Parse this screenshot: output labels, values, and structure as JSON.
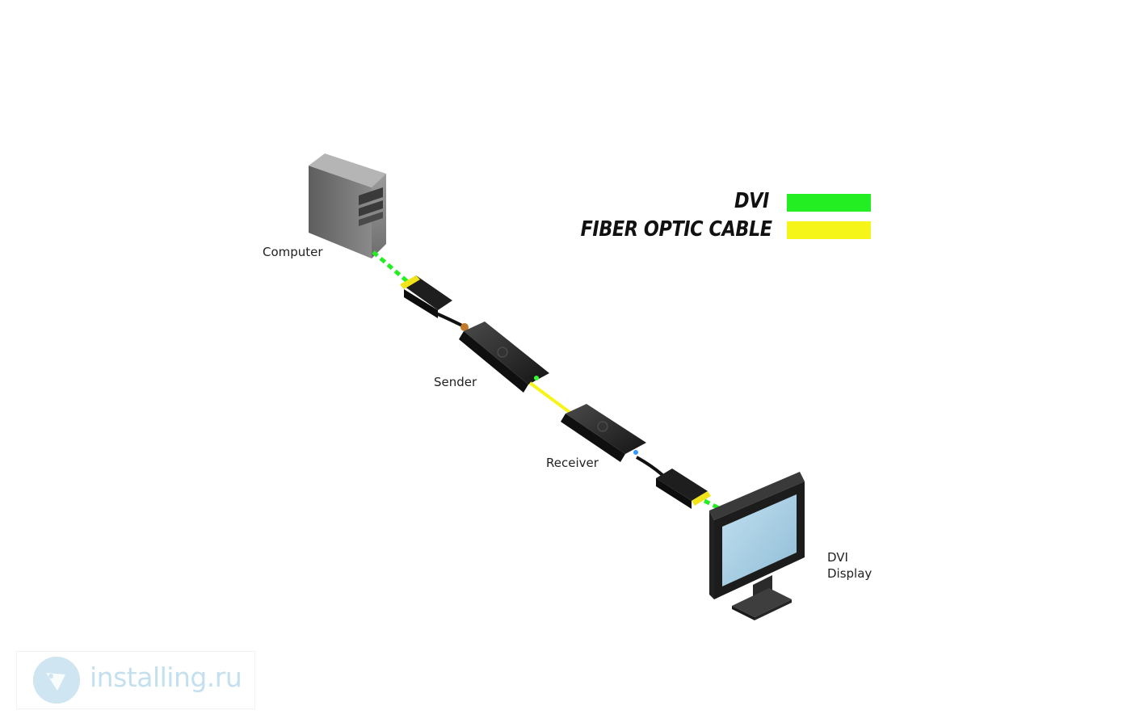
{
  "labels": {
    "computer": "Computer",
    "sender": "Sender",
    "receiver": "Receiver",
    "display_line1": "DVI",
    "display_line2": "Display"
  },
  "legend": {
    "items": [
      {
        "label": "DVI",
        "color": "#22ee22"
      },
      {
        "label": "FIBER OPTIC CABLE",
        "color": "#f5f51a"
      }
    ]
  },
  "watermark": {
    "text": "installing.ru"
  },
  "colors": {
    "dvi": "#22ee22",
    "fiber": "#f5f51a",
    "device_dark": "#1c1c1c",
    "tower_gray": "#7a7a7a",
    "screen_blue": "#a9cfe6",
    "watermark_blue": "#c4dfee"
  }
}
